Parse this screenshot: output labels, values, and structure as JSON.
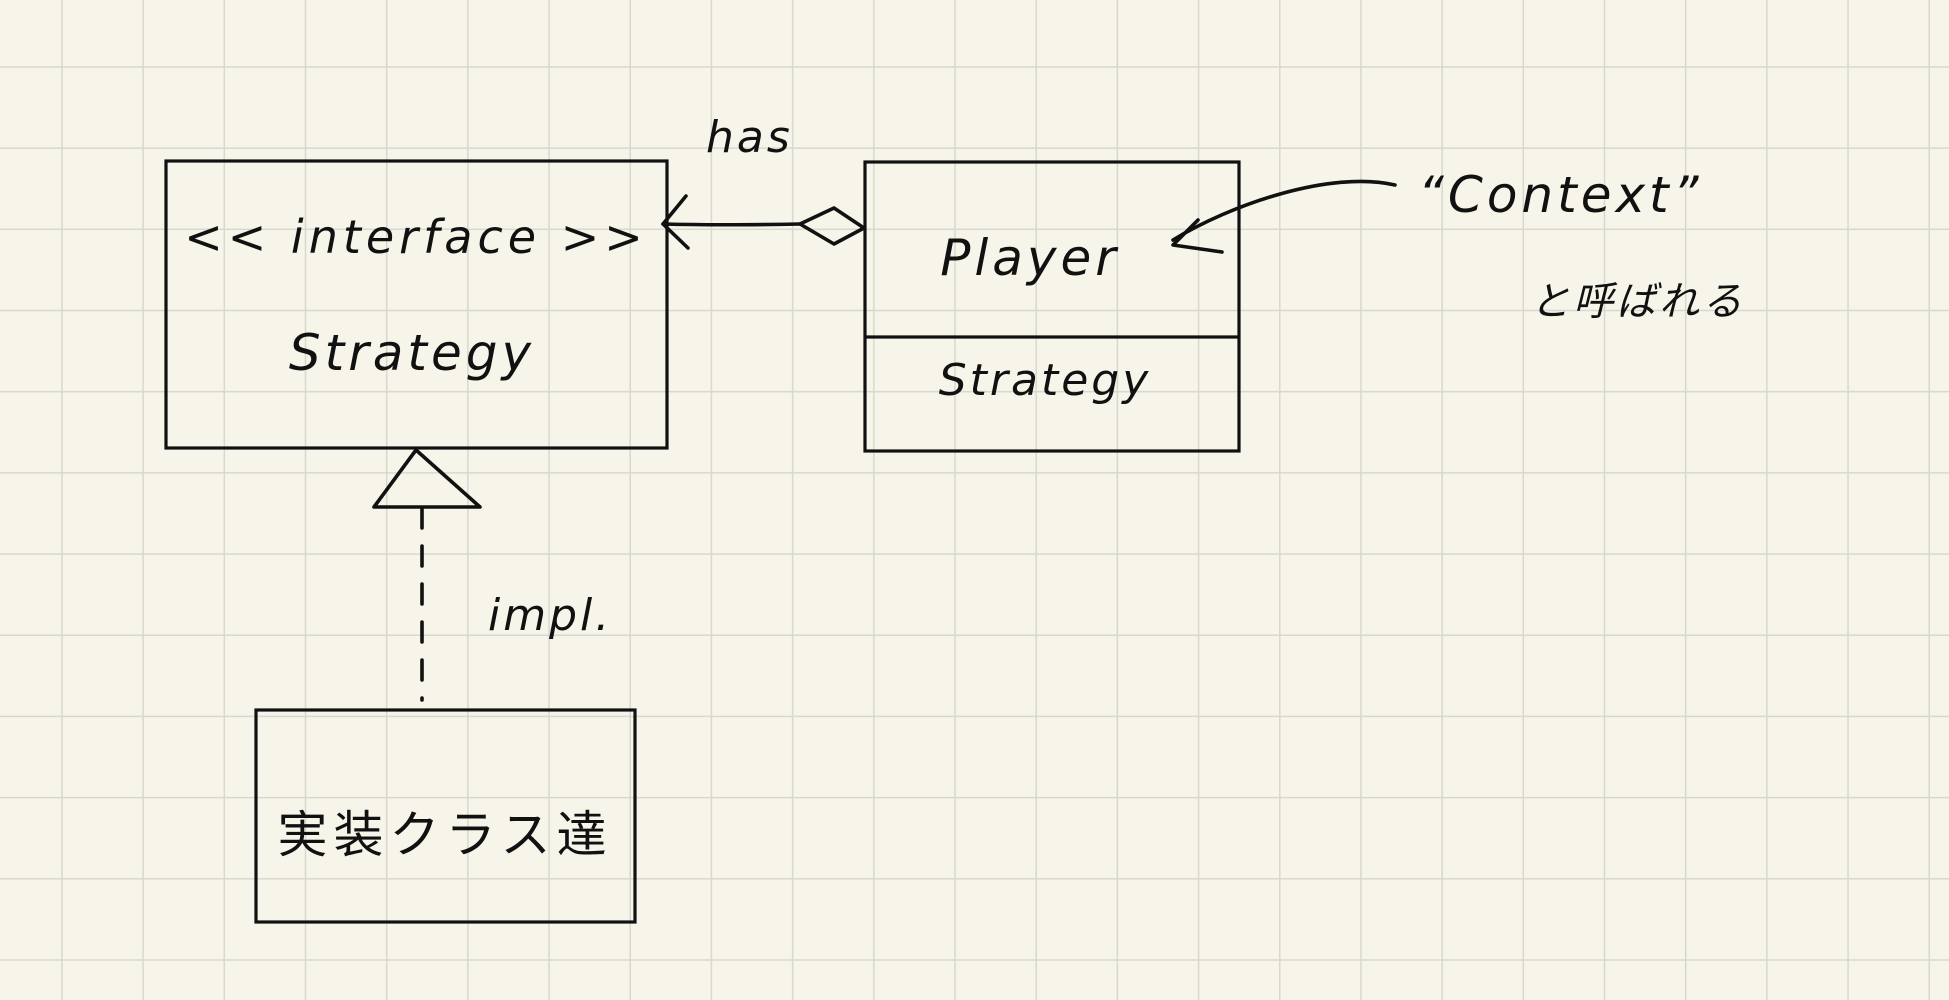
{
  "diagram": {
    "nodes": {
      "strategy_interface": {
        "stereotype": "<< interface >>",
        "name": "Strategy"
      },
      "player": {
        "name": "Player",
        "field": "Strategy"
      },
      "concrete_classes": {
        "name": "実装クラス達"
      }
    },
    "edges": {
      "has": {
        "label": "has",
        "type": "aggregation"
      },
      "impl": {
        "label": "impl.",
        "type": "realization"
      }
    },
    "annotation": {
      "line1": "“Context”",
      "line2": "と呼ばれる"
    }
  }
}
